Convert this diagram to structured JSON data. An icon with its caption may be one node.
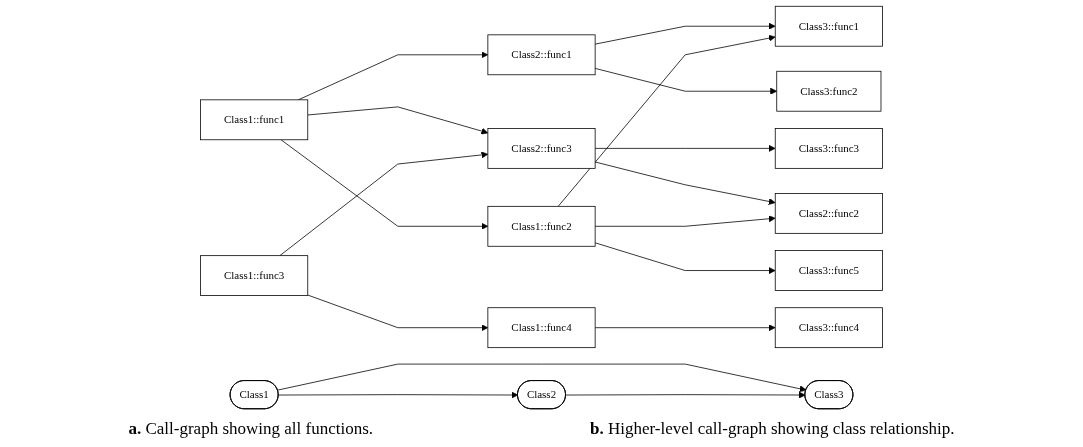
{
  "diagram": {
    "nodes": [
      {
        "text": [
          "Class1::func1"
        ]
      },
      {
        "text": [
          "Class1::func3"
        ]
      },
      {
        "text": [
          "Class2::func1"
        ]
      },
      {
        "text": [
          "Class2::func3"
        ]
      },
      {
        "text": [
          "Class1::func2"
        ]
      },
      {
        "text": [
          "Class1::func4"
        ]
      },
      {
        "text": [
          "Class3::func1"
        ]
      },
      {
        "text": [
          "Class3:func2"
        ]
      },
      {
        "text": [
          "Class3::func3"
        ]
      },
      {
        "text": [
          "Class3::func4"
        ]
      },
      {
        "text": [
          "Class3::func5"
        ]
      },
      {
        "text": [
          "Class2::func2"
        ]
      },
      {
        "text": [
          "Class1"
        ]
      },
      {
        "text": [
          "Class3"
        ]
      },
      {
        "text": [
          "Class2"
        ]
      }
    ],
    "edges": [
      {
        "from": 0,
        "to": 2,
        "arrow": "to"
      },
      {
        "from": 0,
        "to": 3,
        "arrow": "to"
      },
      {
        "from": 0,
        "to": 4,
        "arrow": "to"
      },
      {
        "from": 1,
        "to": 3,
        "arrow": "to"
      },
      {
        "from": 1,
        "to": 5,
        "arrow": "to"
      },
      {
        "from": 2,
        "to": 6,
        "arrow": "to"
      },
      {
        "from": 2,
        "to": 7,
        "arrow": "to"
      },
      {
        "from": 3,
        "to": 8,
        "arrow": "to"
      },
      {
        "from": 3,
        "to": 11,
        "arrow": "to"
      },
      {
        "from": 4,
        "to": 6,
        "arrow": "to"
      },
      {
        "from": 4,
        "to": 10,
        "arrow": "to"
      },
      {
        "from": 4,
        "to": 11,
        "arrow": "to"
      },
      {
        "from": 5,
        "to": 9,
        "arrow": "to"
      },
      {
        "from": 12,
        "to": 13,
        "arrow": "to"
      },
      {
        "from": 12,
        "to": 14,
        "arrow": "to"
      },
      {
        "from": 14,
        "to": 13,
        "arrow": "to"
      }
    ],
    "labels": [
      "**a.** Call-graph showing all functions.",
      "**b.** Higher-level call-graph showing class relationship."
    ]
  }
}
